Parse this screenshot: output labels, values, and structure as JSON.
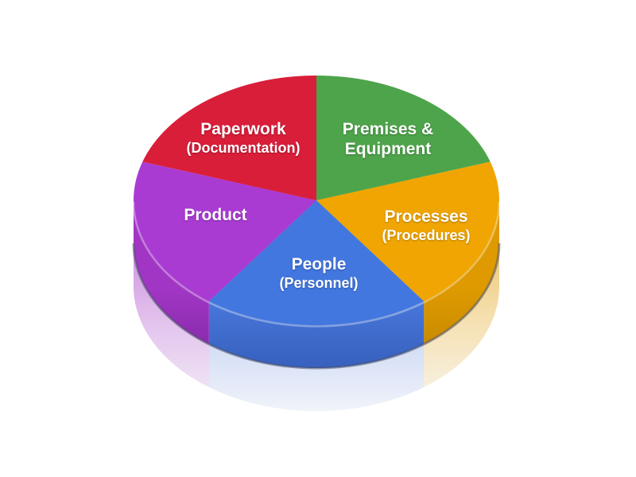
{
  "page": {
    "background_color": "#ffffff",
    "title": ""
  },
  "chart_data": {
    "type": "pie",
    "style": "3d-extruded-pie-with-floor-reflection",
    "title": "",
    "legend": "none",
    "start_angle_deg": 90,
    "direction": "clockwise",
    "label_text_color": "#ffffff",
    "slices": [
      {
        "id": "premises-equipment",
        "label": "Premises & Equipment",
        "label_lines": [
          "Premises &",
          "Equipment"
        ],
        "value_pct": 20,
        "color": "#4EA44B",
        "rim_gradient": [
          "#449244",
          "#3A7F3A"
        ]
      },
      {
        "id": "processes",
        "label": "Processes (Procedures)",
        "label_lines": [
          "Processes",
          "(Procedures)"
        ],
        "value_pct": 20,
        "color": "#F0A503",
        "rim_gradient": [
          "#DE9A00",
          "#C08400"
        ]
      },
      {
        "id": "people",
        "label": "People (Personnel)",
        "label_lines": [
          "People",
          "(Personnel)"
        ],
        "value_pct": 20,
        "color": "#4277DF",
        "rim_gradient": [
          "#4B7BDF",
          "#3760BE"
        ]
      },
      {
        "id": "product",
        "label": "Product",
        "label_lines": [
          "Product"
        ],
        "value_pct": 20,
        "color": "#A93BD2",
        "rim_gradient": [
          "#A136C4",
          "#7F27A2"
        ]
      },
      {
        "id": "paperwork",
        "label": "Paperwork (Documentation)",
        "label_lines": [
          "Paperwork",
          "(Documentation)"
        ],
        "value_pct": 20,
        "color": "#D91E3A",
        "rim_gradient": [
          "#BC1C36",
          "#A01830"
        ]
      }
    ]
  }
}
